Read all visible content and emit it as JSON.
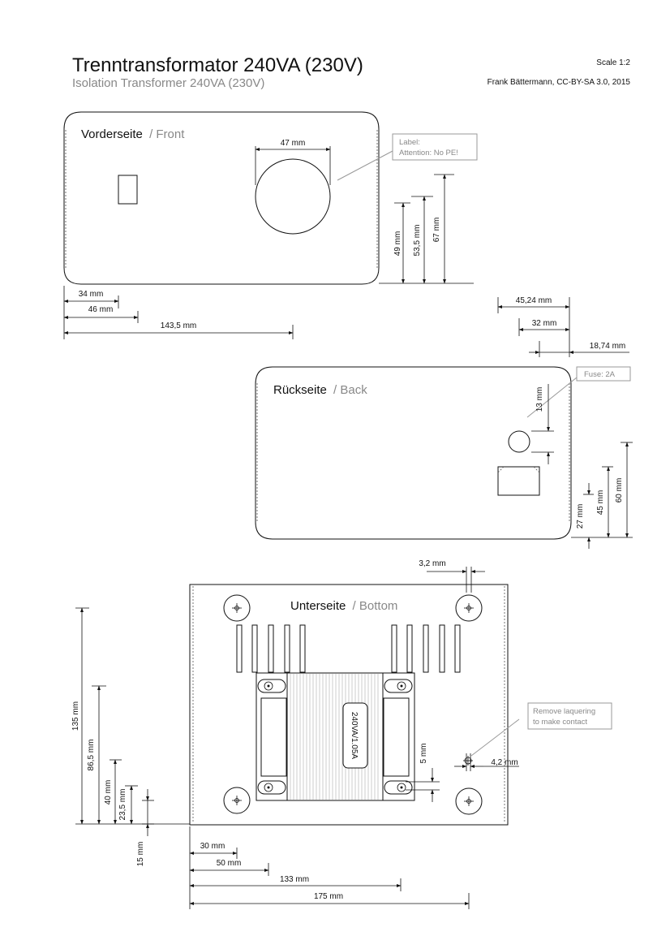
{
  "header": {
    "title": "Trenntransformator 240VA (230V)",
    "subtitle": "Isolation Transformer 240VA (230V)",
    "scale": "Scale 1:2",
    "author": "Frank Bättermann, CC-BY-SA 3.0, 2015"
  },
  "front": {
    "title_de": "Vorderseite",
    "title_en": "/ Front",
    "label_line1": "Label:",
    "label_line2": "Attention: No PE!",
    "dims": {
      "hole_diameter": "47 mm",
      "h49": "49 mm",
      "h53_5": "53,5 mm",
      "h67": "67 mm",
      "w34": "34 mm",
      "w46": "46 mm",
      "w143_5": "143,5 mm"
    }
  },
  "back": {
    "title_de": "Rückseite",
    "title_en": "/ Back",
    "fuse_label": "Fuse: 2A",
    "dims": {
      "w45_24": "45,24 mm",
      "w32": "32 mm",
      "w18_74": "18,74 mm",
      "h13": "13 mm",
      "h27": "27 mm",
      "h45": "45 mm",
      "h60": "60 mm"
    }
  },
  "bottom": {
    "title_de": "Unterseite",
    "title_en": "/ Bottom",
    "transformer_label": "240VA/1.05A",
    "contact_label_line1": "Remove laquering",
    "contact_label_line2": "to make contact",
    "dims": {
      "w3_2": "3,2 mm",
      "h5": "5 mm",
      "w4_2": "4,2 mm",
      "h135": "135 mm",
      "h86_5": "86,5 mm",
      "h40": "40 mm",
      "h23_5": "23,5 mm",
      "h15": "15 mm",
      "w30": "30 mm",
      "w50": "50 mm",
      "w133": "133 mm",
      "w175": "175 mm"
    }
  }
}
